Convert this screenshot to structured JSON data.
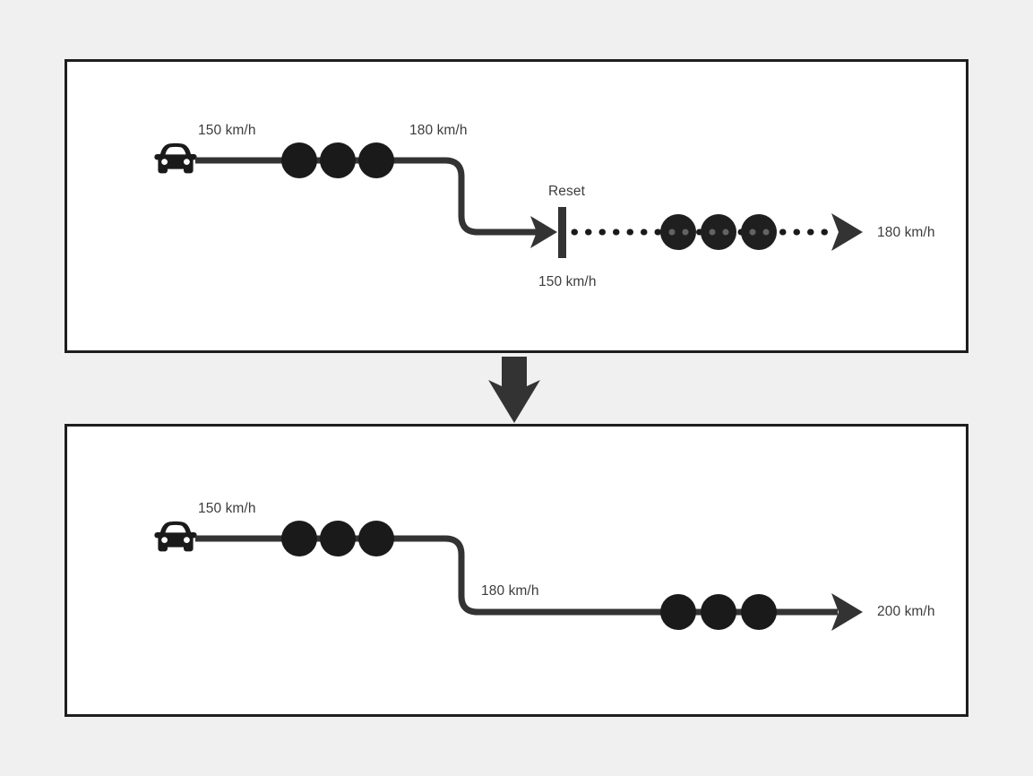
{
  "page": {
    "background_color": "#f0f0f0",
    "title": "Speed limit reset flow diagram"
  },
  "colors": {
    "panel_border": "#1e1e1e",
    "panel_fill": "#ffffff",
    "line": "#333333",
    "marker": "#1a1a1a",
    "text": "#3c3c3c",
    "arrow": "#333333"
  },
  "flow_arrow": {
    "icon": "down-arrow-icon",
    "direction": "down"
  },
  "panels": [
    {
      "id": "before",
      "name": "panel-before",
      "car_icon": "car-front-icon",
      "segments": [
        {
          "id": "initial",
          "style": "solid",
          "speed_label": "150 km/h",
          "markers": 3
        },
        {
          "id": "after-bend",
          "style": "solid",
          "speed_label": "180 km/h",
          "markers": 0
        },
        {
          "id": "after-reset",
          "style": "dotted",
          "speed_label": "150 km/h",
          "markers": 3,
          "end_label": "180 km/h"
        }
      ],
      "reset_marker": {
        "label": "Reset",
        "below_label": "150 km/h"
      },
      "labels": {
        "start_speed": "150 km/h",
        "bend_speed": "180 km/h",
        "reset": "Reset",
        "reset_speed": "150 km/h",
        "end_speed": "180 km/h"
      }
    },
    {
      "id": "after",
      "name": "panel-after",
      "car_icon": "car-front-icon",
      "segments": [
        {
          "id": "initial",
          "style": "solid",
          "speed_label": "150 km/h",
          "markers": 3
        },
        {
          "id": "after-bend",
          "style": "solid",
          "speed_label": "180 km/h",
          "markers": 3,
          "end_label": "200 km/h"
        }
      ],
      "labels": {
        "start_speed": "150 km/h",
        "bend_speed": "180 km/h",
        "end_speed": "200 km/h"
      }
    }
  ]
}
